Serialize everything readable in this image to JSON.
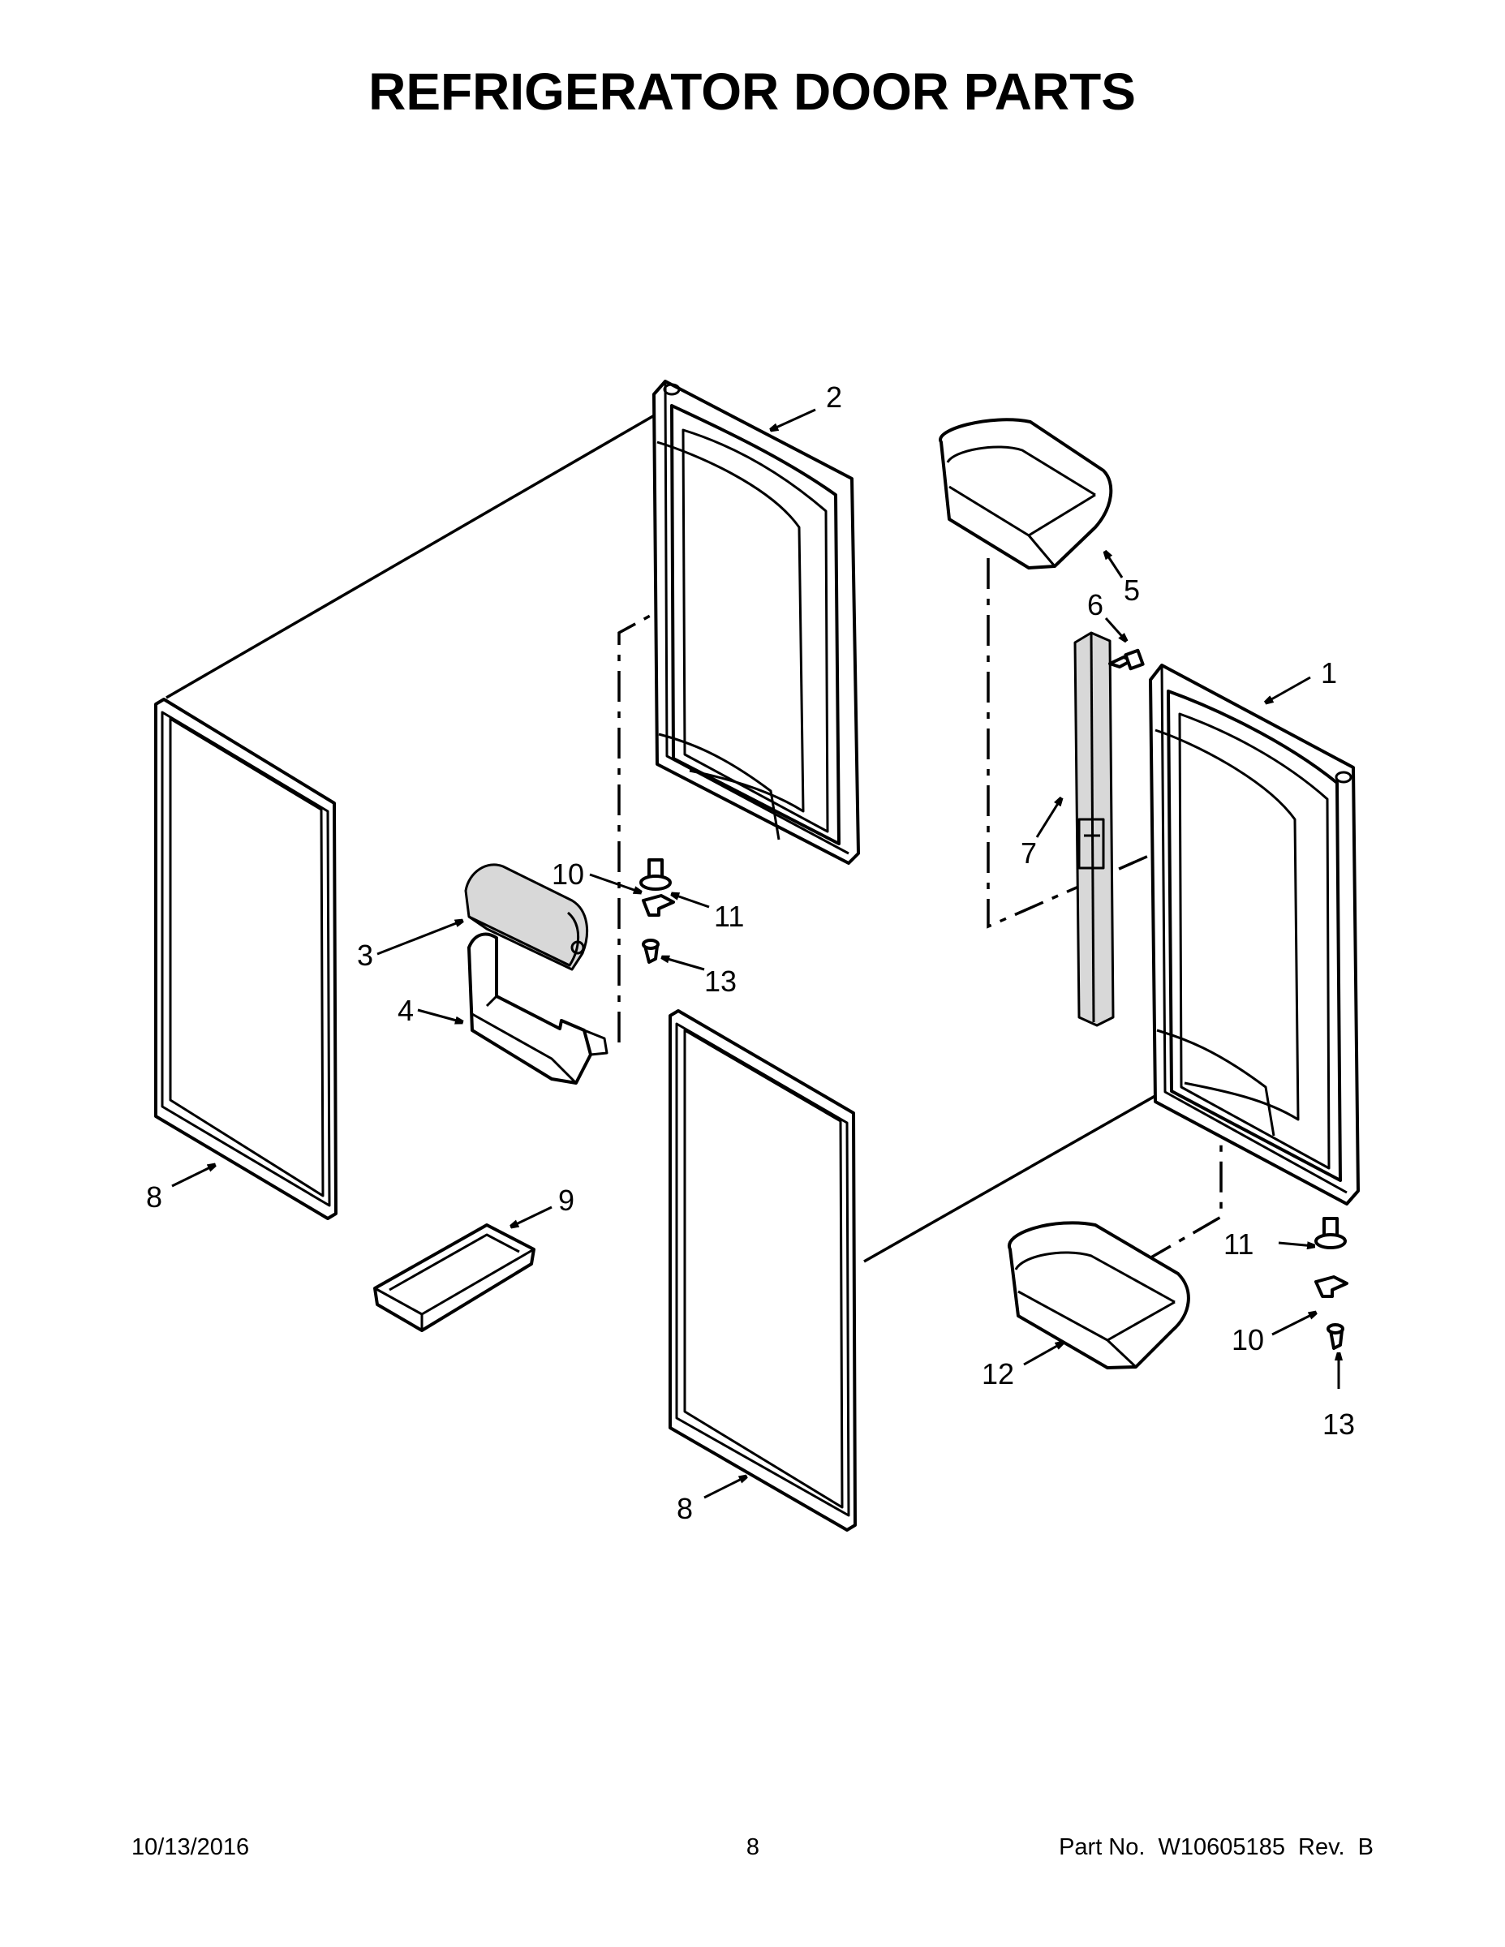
{
  "title": "REFRIGERATOR DOOR PARTS",
  "callouts": {
    "c1": "1",
    "c2": "2",
    "c3": "3",
    "c4": "4",
    "c5": "5",
    "c6": "6",
    "c7": "7",
    "c8_left": "8",
    "c8_center": "8",
    "c9": "9",
    "c10_left": "10",
    "c10_right": "10",
    "c11_left": "11",
    "c11_right": "11",
    "c12": "12",
    "c13_left": "13",
    "c13_right": "13"
  },
  "footer": {
    "date": "10/13/2016",
    "page": "8",
    "part_no": "Part No.  W10605185  Rev.  B"
  }
}
